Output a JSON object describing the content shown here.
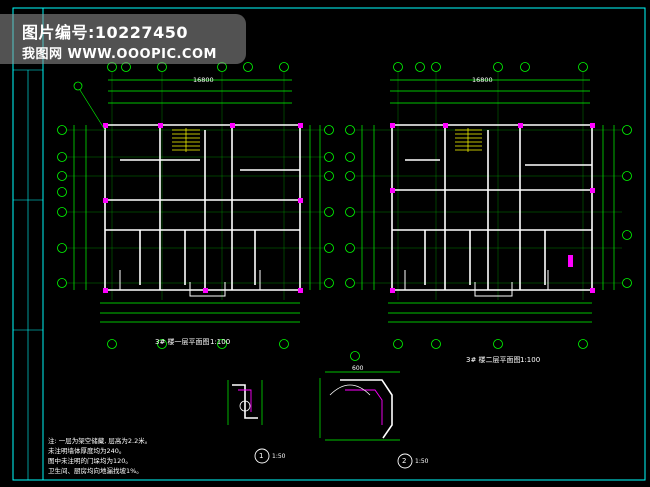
{
  "watermark": {
    "id_text": "图片编号:10227450",
    "site_text": "我图网  WWW.OOOPIC.COM"
  },
  "plans": {
    "left_title": "3#  楼一层平面图",
    "left_scale": "1:100",
    "right_title": "3#  楼二层平面图",
    "right_scale": "1:100",
    "left_total_dim": "16800",
    "right_total_dim": "16800"
  },
  "details": {
    "detail1_number": "1",
    "detail1_scale": "1:50",
    "detail2_number": "2",
    "detail2_scale": "1:50",
    "detail_dim": "600"
  },
  "notes": {
    "line1": "注: 一层为架空储藏, 层高为2.2米。",
    "line2": "    未注明墙体厚度均为240。",
    "line3": "    图中未注明的门垛均为120。",
    "line4": "    卫生间、厨房均向地漏找坡1%。"
  },
  "colors": {
    "background": "#000000",
    "wall": "#ffffff",
    "dim_line": "#00ff00",
    "axis_bubble": "#00ff00",
    "column": "#ff00ff",
    "stair": "#ffff00",
    "frame": "#00ffff",
    "text": "#ffffff"
  }
}
